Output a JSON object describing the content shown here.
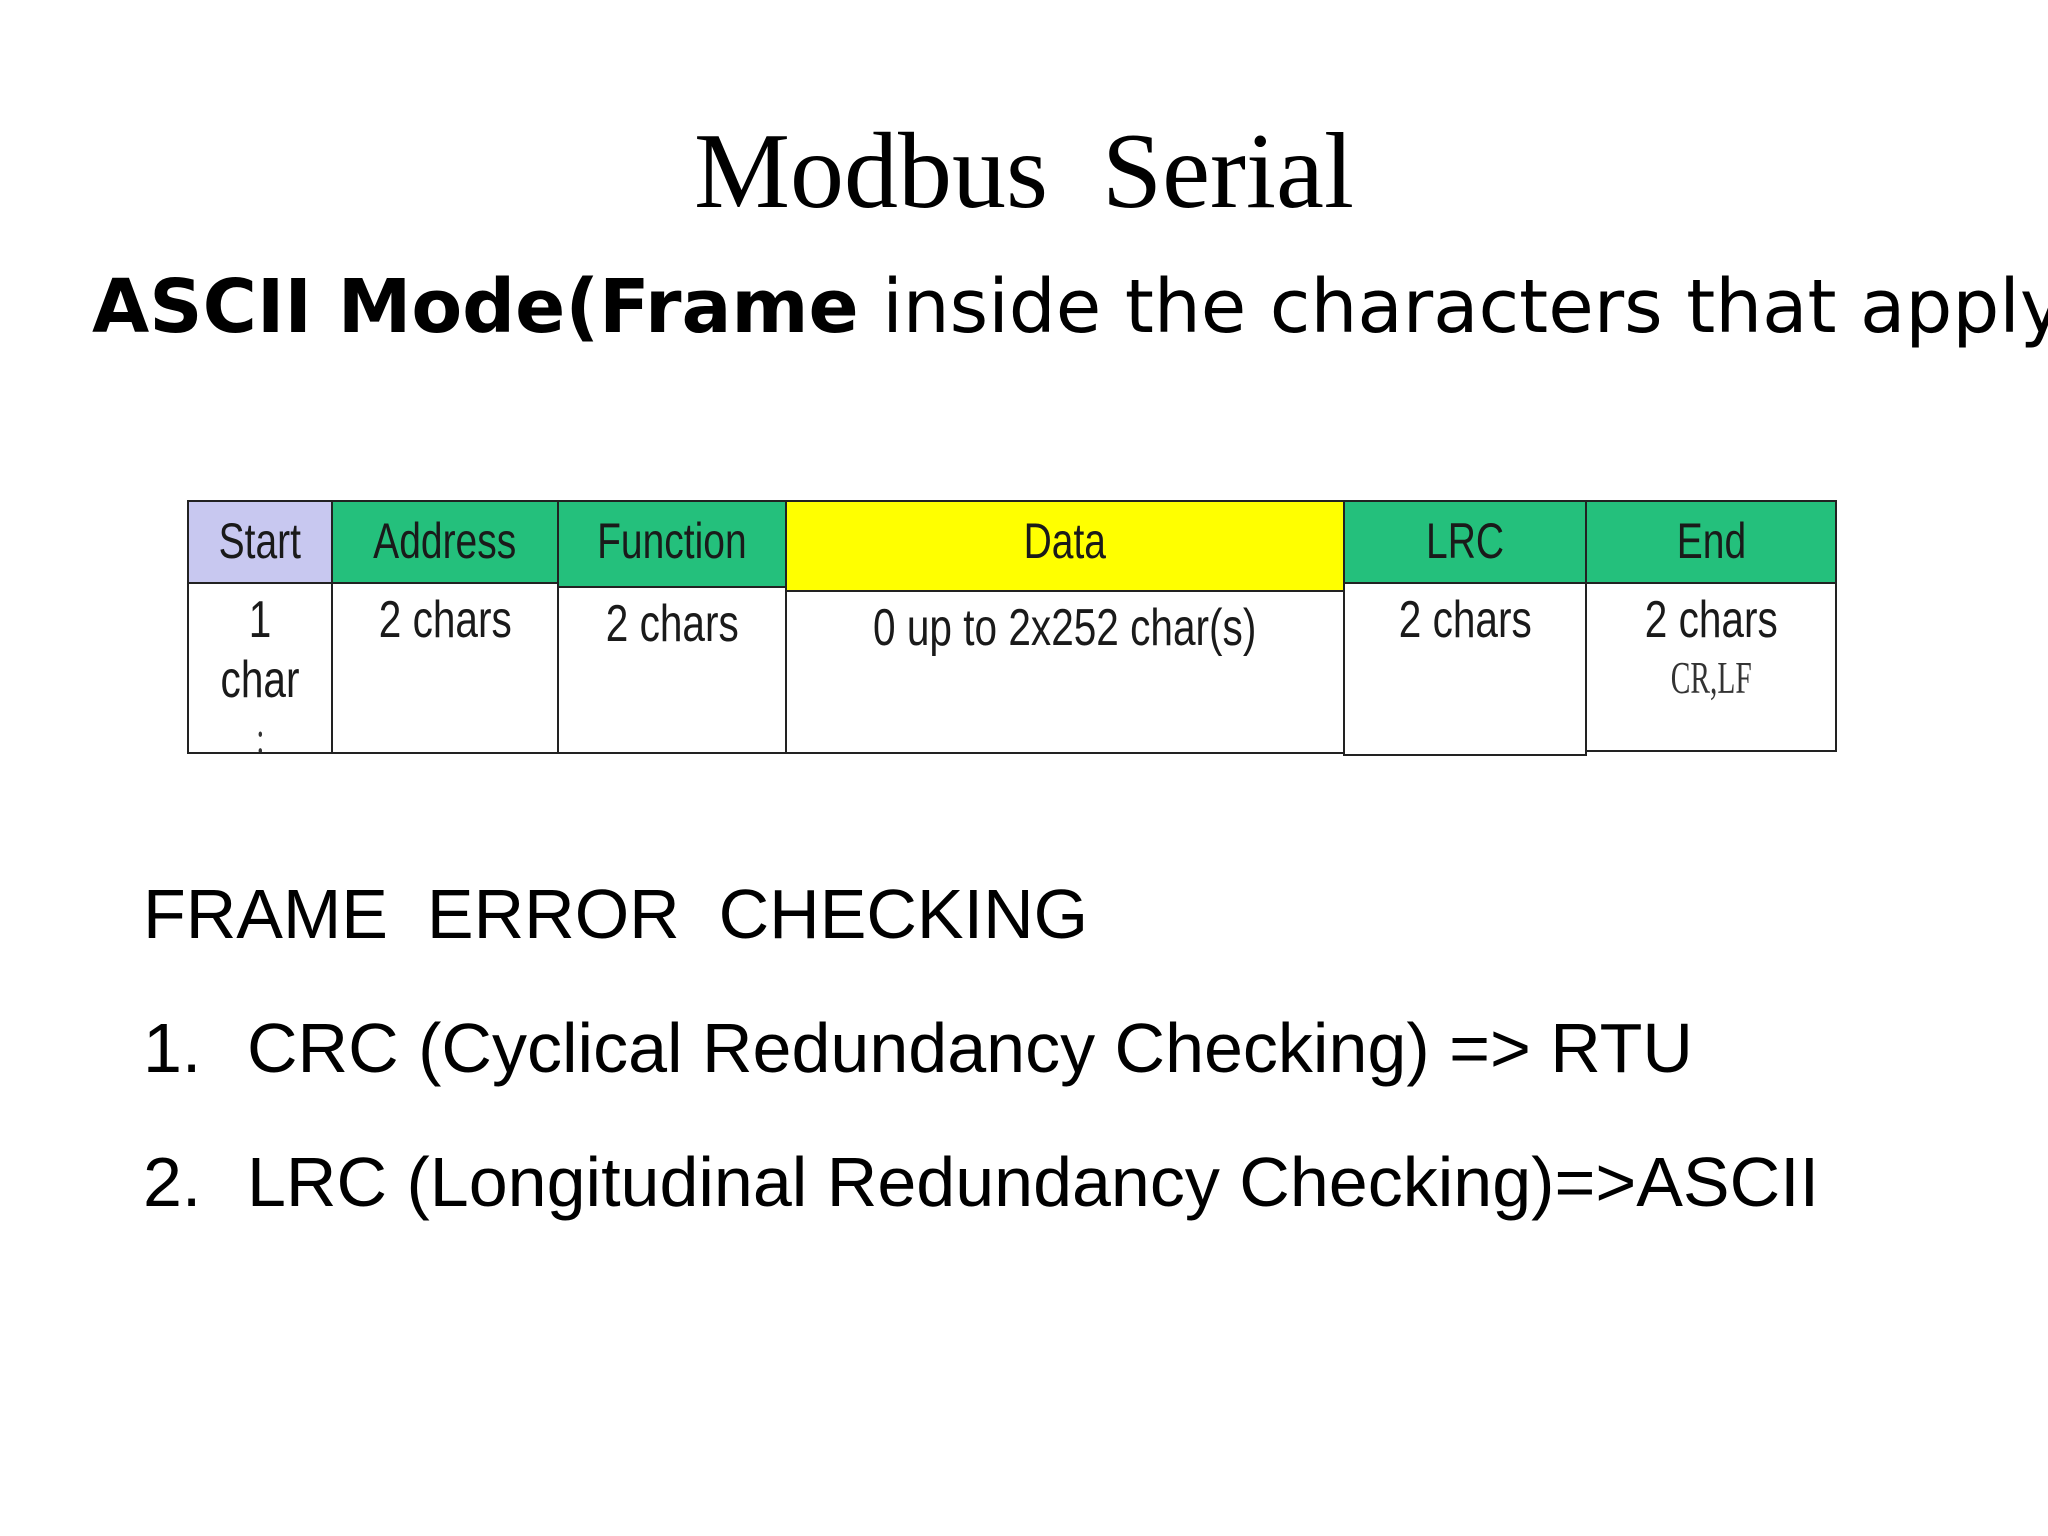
{
  "slide": {
    "title": "Modbus  Serial",
    "subtitle_bold": "ASCII Mode(Frame",
    "subtitle_rest": " inside the characters that apply)"
  },
  "frame_table": {
    "columns": [
      {
        "header": "Start",
        "line1": "1 char",
        "line2": ":",
        "color": "#c8c8f0"
      },
      {
        "header": "Address",
        "line1": "2 chars",
        "line2": "",
        "color": "#24c07c"
      },
      {
        "header": "Function",
        "line1": "2 chars",
        "line2": "",
        "color": "#24c07c"
      },
      {
        "header": "Data",
        "line1": "0 up to 2x252 char(s)",
        "line2": "",
        "color": "#ffff00"
      },
      {
        "header": "LRC",
        "line1": "2 chars",
        "line2": "",
        "color": "#24c07c"
      },
      {
        "header": "End",
        "line1": "2 chars",
        "line2": "CR,LF",
        "color": "#24c07c"
      }
    ]
  },
  "error_checking": {
    "heading": "FRAME  ERROR  CHECKING",
    "items": [
      {
        "number": "1.",
        "text": "CRC (Cyclical Redundancy Checking) => RTU"
      },
      {
        "number": "2.",
        "text": "LRC (Longitudinal Redundancy Checking)=>ASCII"
      }
    ]
  }
}
